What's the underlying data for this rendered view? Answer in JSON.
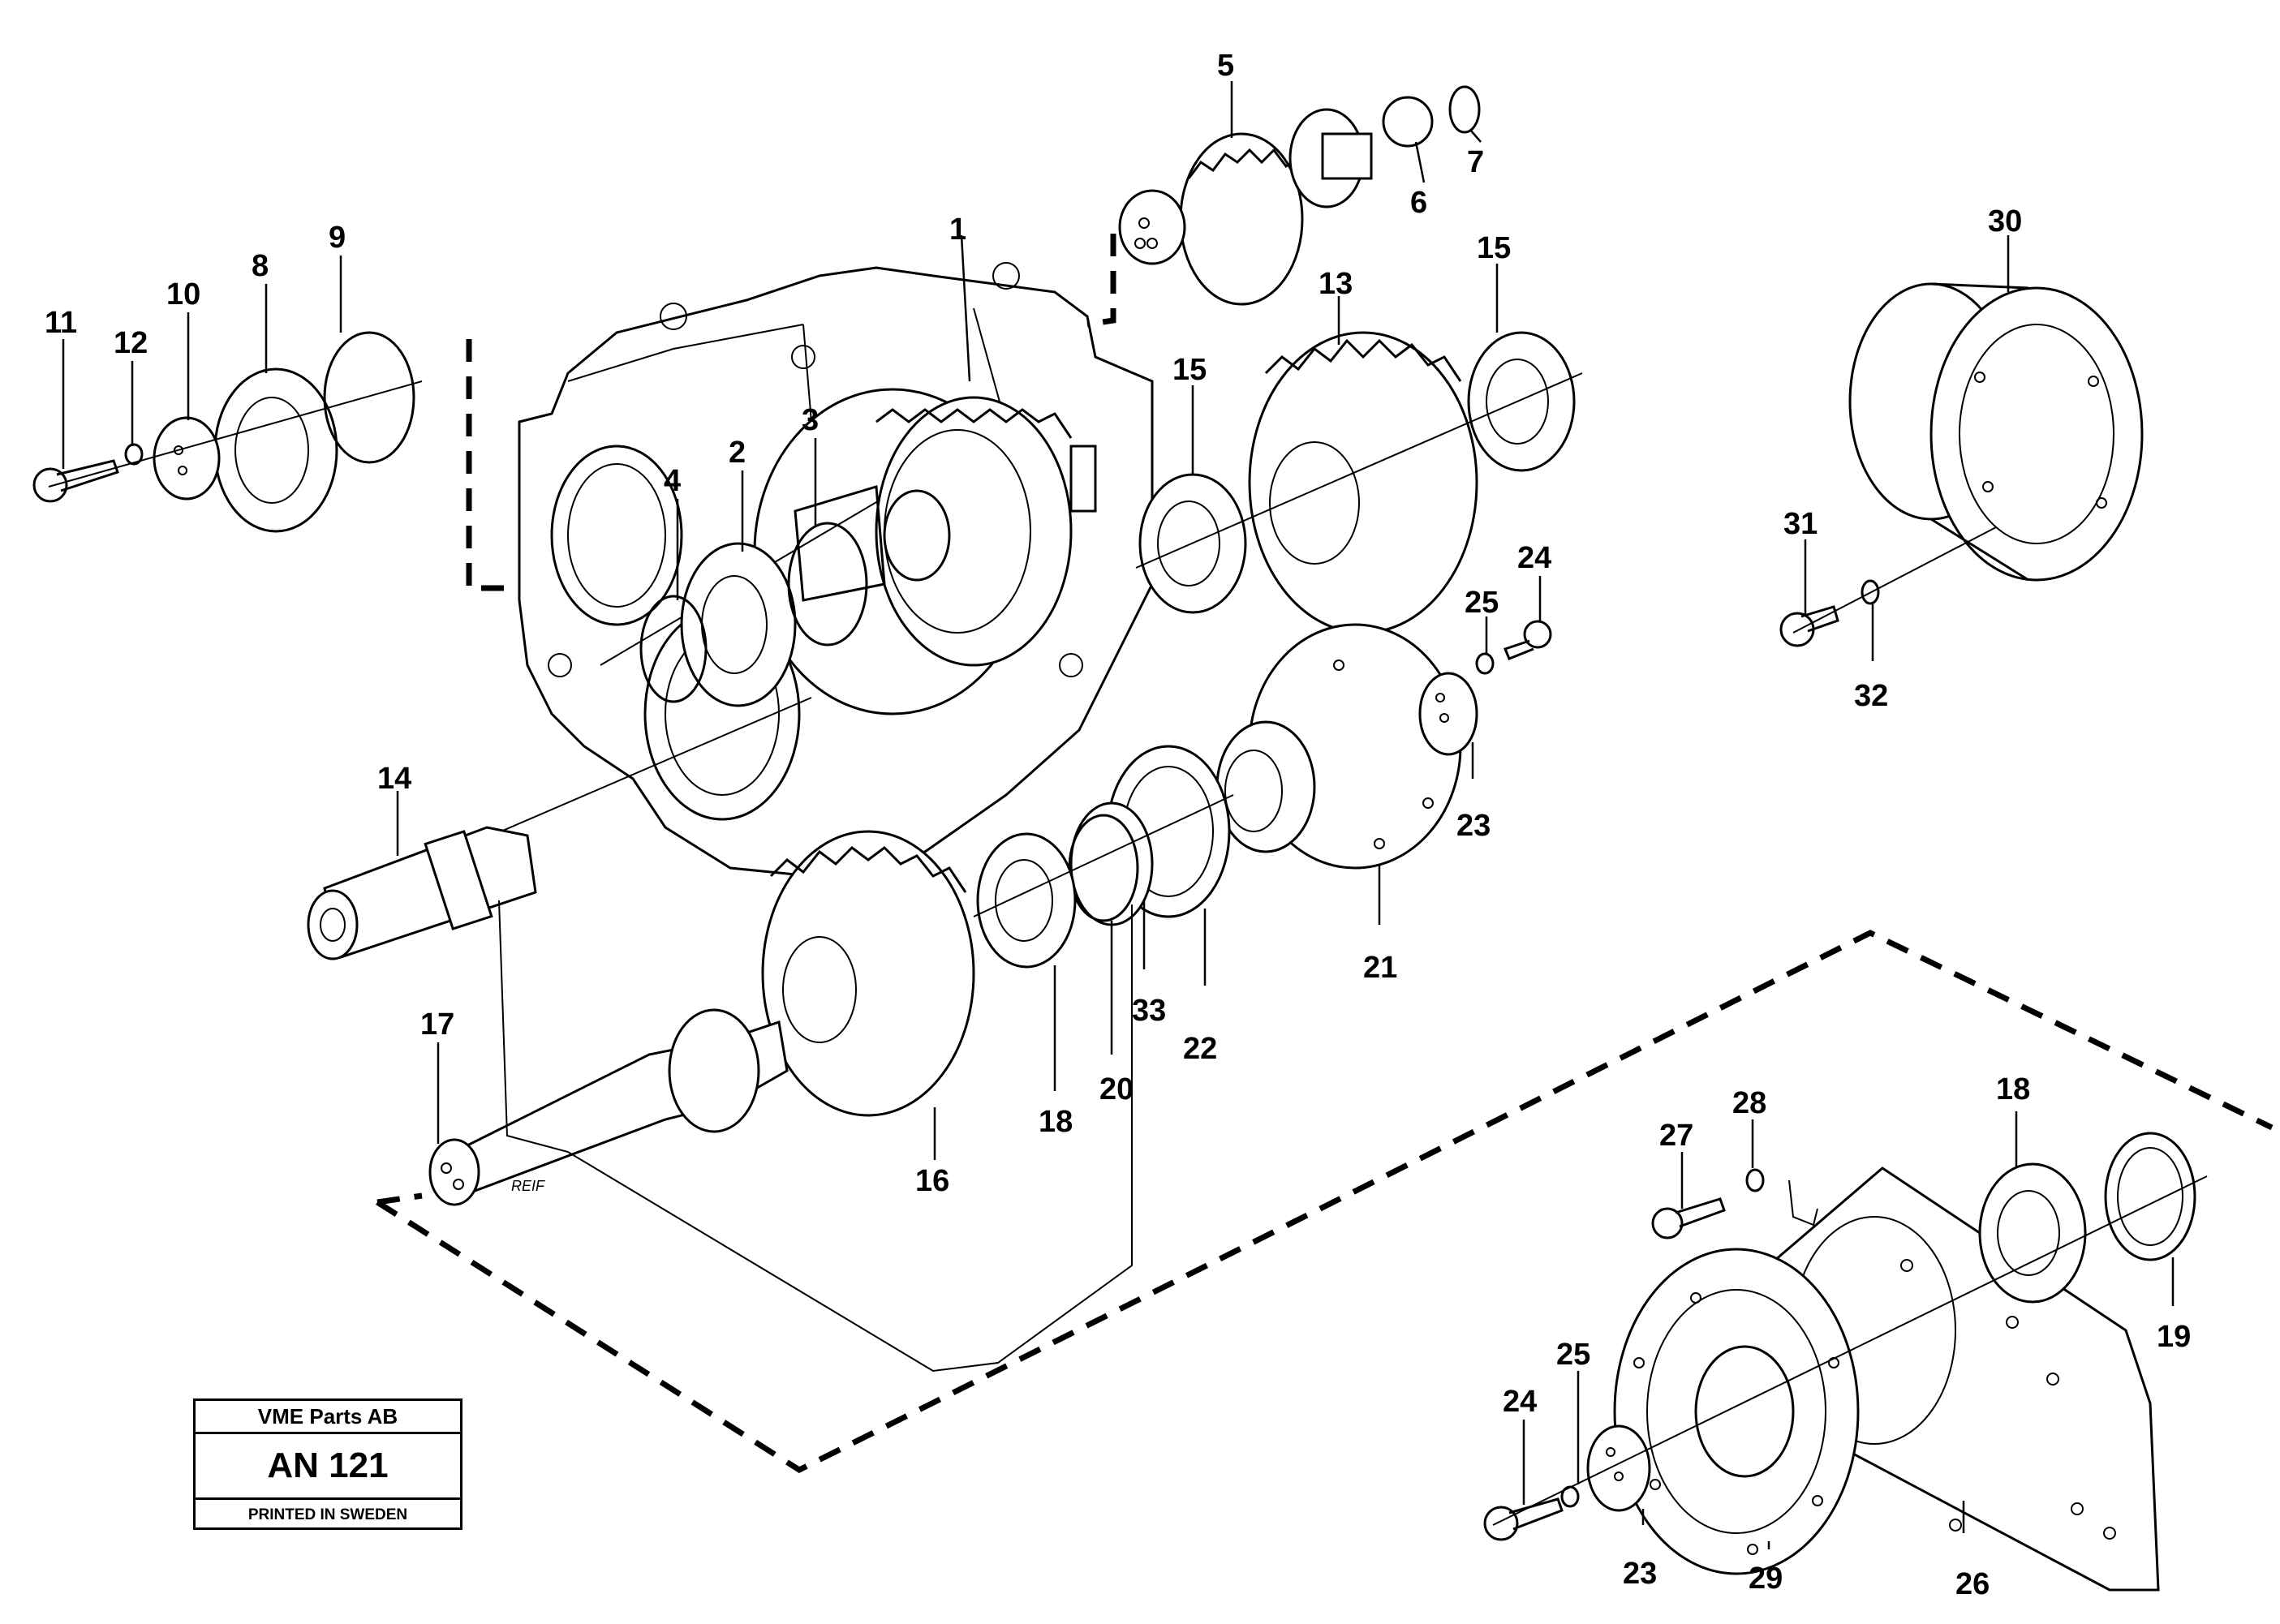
{
  "title_block": {
    "company": "VME Parts AB",
    "drawing_number": "AN 121",
    "printed": "PRINTED IN SWEDEN"
  },
  "callouts": [
    {
      "id": "c1",
      "label": "1"
    },
    {
      "id": "c2",
      "label": "2"
    },
    {
      "id": "c3",
      "label": "3"
    },
    {
      "id": "c4",
      "label": "4"
    },
    {
      "id": "c5",
      "label": "5"
    },
    {
      "id": "c6",
      "label": "6"
    },
    {
      "id": "c7",
      "label": "7"
    },
    {
      "id": "c8",
      "label": "8"
    },
    {
      "id": "c9",
      "label": "9"
    },
    {
      "id": "c10",
      "label": "10"
    },
    {
      "id": "c11",
      "label": "11"
    },
    {
      "id": "c12",
      "label": "12"
    },
    {
      "id": "c13",
      "label": "13"
    },
    {
      "id": "c14",
      "label": "14"
    },
    {
      "id": "c15a",
      "label": "15"
    },
    {
      "id": "c15b",
      "label": "15"
    },
    {
      "id": "c16",
      "label": "16"
    },
    {
      "id": "c17",
      "label": "17"
    },
    {
      "id": "c18a",
      "label": "18"
    },
    {
      "id": "c18b",
      "label": "18"
    },
    {
      "id": "c19",
      "label": "19"
    },
    {
      "id": "c20",
      "label": "20"
    },
    {
      "id": "c21",
      "label": "21"
    },
    {
      "id": "c22",
      "label": "22"
    },
    {
      "id": "c23a",
      "label": "23"
    },
    {
      "id": "c23b",
      "label": "23"
    },
    {
      "id": "c24a",
      "label": "24"
    },
    {
      "id": "c24b",
      "label": "24"
    },
    {
      "id": "c25a",
      "label": "25"
    },
    {
      "id": "c25b",
      "label": "25"
    },
    {
      "id": "c26",
      "label": "26"
    },
    {
      "id": "c27",
      "label": "27"
    },
    {
      "id": "c28",
      "label": "28"
    },
    {
      "id": "c29",
      "label": "29"
    },
    {
      "id": "c30",
      "label": "30"
    },
    {
      "id": "c31",
      "label": "31"
    },
    {
      "id": "c32",
      "label": "32"
    },
    {
      "id": "c33",
      "label": "33"
    }
  ],
  "shaft_marking": "REIF"
}
